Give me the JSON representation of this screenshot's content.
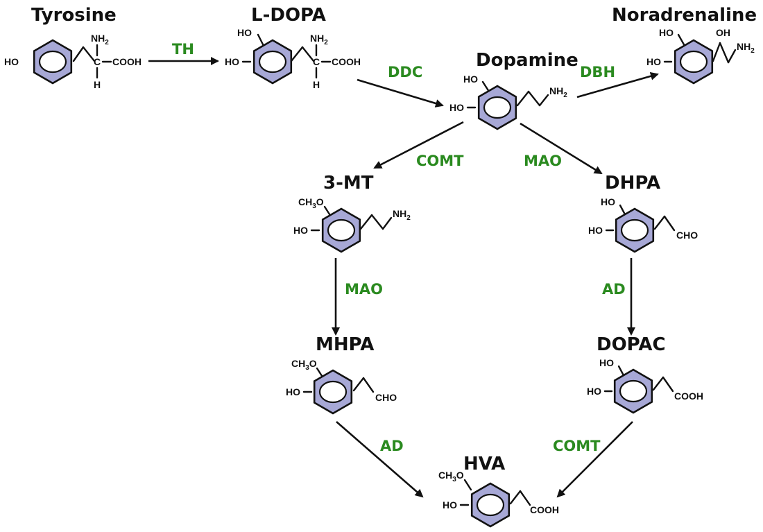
{
  "colors": {
    "ring_fill": "#a7a8d6",
    "enzyme_text": "#2a8a1f",
    "molecule_text": "#111111"
  },
  "molecules": {
    "tyrosine": {
      "name": "Tyrosine",
      "groups": {
        "ho": "HO",
        "nh2": "NH",
        "c": "C",
        "h": "H",
        "cooh": "COOH"
      }
    },
    "ldopa": {
      "name": "L-DOPA",
      "groups": {
        "ho1": "HO",
        "ho2": "HO",
        "nh2": "NH",
        "c": "C",
        "h": "H",
        "cooh": "COOH"
      }
    },
    "dopamine": {
      "name": "Dopamine",
      "groups": {
        "ho1": "HO",
        "ho2": "HO",
        "nh2": "NH"
      }
    },
    "noradrenaline": {
      "name": "Noradrenaline",
      "groups": {
        "ho1": "HO",
        "ho2": "HO",
        "oh": "OH",
        "nh2": "NH"
      }
    },
    "mt3": {
      "name": "3-MT",
      "groups": {
        "ch3o": "CH",
        "o": "O",
        "ho": "HO",
        "nh2": "NH"
      }
    },
    "dhpa": {
      "name": "DHPA",
      "groups": {
        "ho1": "HO",
        "ho2": "HO",
        "cho": "CHO"
      }
    },
    "mhpa": {
      "name": "MHPA",
      "groups": {
        "ch3o": "CH",
        "o": "O",
        "ho": "HO",
        "cho": "CHO"
      }
    },
    "dopac": {
      "name": "DOPAC",
      "groups": {
        "ho1": "HO",
        "ho2": "HO",
        "cooh": "COOH"
      }
    },
    "hva": {
      "name": "HVA",
      "groups": {
        "ch3o": "CH",
        "o": "O",
        "ho": "HO",
        "cooh": "COOH"
      }
    }
  },
  "subscripts": {
    "two": "2",
    "three": "3"
  },
  "enzymes": {
    "th": "TH",
    "ddc": "DDC",
    "dbh": "DBH",
    "comt_top": "COMT",
    "mao_top": "MAO",
    "mao_left": "MAO",
    "ad_right": "AD",
    "ad_bottom": "AD",
    "comt_bottom": "COMT"
  }
}
